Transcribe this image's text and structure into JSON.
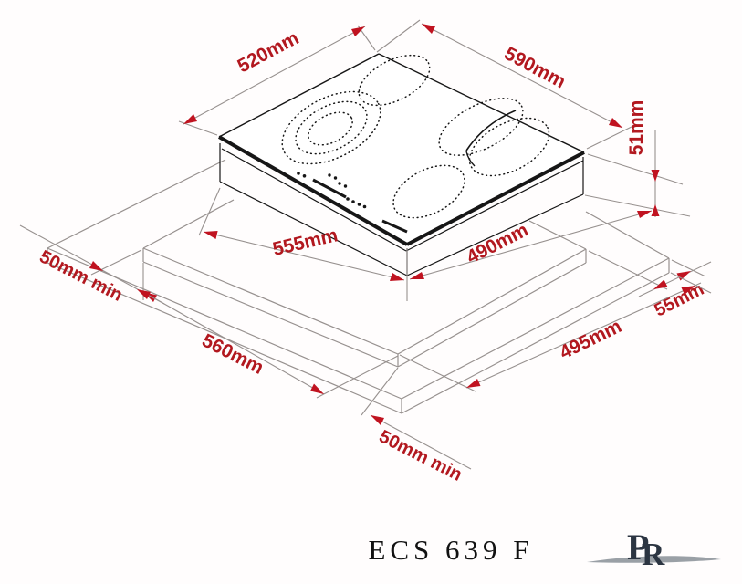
{
  "diagram": {
    "title": "ECS 639 F",
    "logo": {
      "p": "P",
      "r": "R"
    },
    "colors": {
      "dimension_text": "#b2181f",
      "arrowhead": "#c01320",
      "drawing_lines_gray": "#97918f",
      "drawing_lines_black": "#161616",
      "logo_dark": "#2c3542",
      "logo_swoosh_gray": "#9aa0a6"
    },
    "dimensions": {
      "top_width": "520mm",
      "top_depth": "590mm",
      "install_height": "51mm",
      "body_width": "555mm",
      "body_depth": "490mm",
      "cutout_width": "560mm",
      "cutout_depth": "495mm",
      "right_edge_clearance": "55mm",
      "left_clearance_min": "50mm min",
      "front_clearance_min": "50mm min"
    }
  }
}
